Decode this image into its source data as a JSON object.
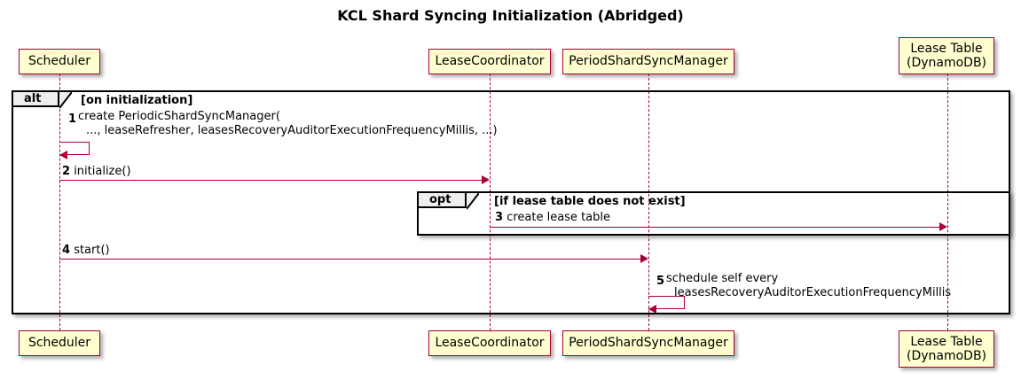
{
  "diagram": {
    "title": "KCL Shard Syncing Initialization (Abridged)",
    "type": "sequence-diagram"
  },
  "participants": [
    {
      "id": "scheduler",
      "label": "Scheduler"
    },
    {
      "id": "lease-coordinator",
      "label": "LeaseCoordinator"
    },
    {
      "id": "period-shard-sync-manager",
      "label": "PeriodShardSyncManager"
    },
    {
      "id": "lease-table",
      "label": "Lease Table\n(DynamoDB)"
    }
  ],
  "frames": [
    {
      "id": "alt",
      "keyword": "alt",
      "condition": "[on initialization]"
    },
    {
      "id": "opt",
      "keyword": "opt",
      "condition": "[if lease table does not exist]"
    }
  ],
  "messages": [
    {
      "number": "1",
      "from": "scheduler",
      "to": "scheduler",
      "kind": "self",
      "line1": "create PeriodicShardSyncManager(",
      "line2": "..., leaseRefresher, leasesRecoveryAuditorExecutionFrequencyMillis, ...)"
    },
    {
      "number": "2",
      "from": "scheduler",
      "to": "lease-coordinator",
      "kind": "call",
      "line1": "initialize()"
    },
    {
      "number": "3",
      "from": "lease-coordinator",
      "to": "lease-table",
      "kind": "call",
      "line1": "create lease table"
    },
    {
      "number": "4",
      "from": "scheduler",
      "to": "period-shard-sync-manager",
      "kind": "call",
      "line1": "start()"
    },
    {
      "number": "5",
      "from": "period-shard-sync-manager",
      "to": "period-shard-sync-manager",
      "kind": "self",
      "line1": "schedule self every",
      "line2": "leasesRecoveryAuditorExecutionFrequencyMillis"
    }
  ],
  "colors": {
    "participant_fill": "#FEFECE",
    "participant_border": "#A80036",
    "message_line": "#A80036",
    "frame_border": "#000000",
    "frame_tab_fill": "#EEEEEE",
    "background": "#FFFFFF",
    "text": "#000000"
  }
}
